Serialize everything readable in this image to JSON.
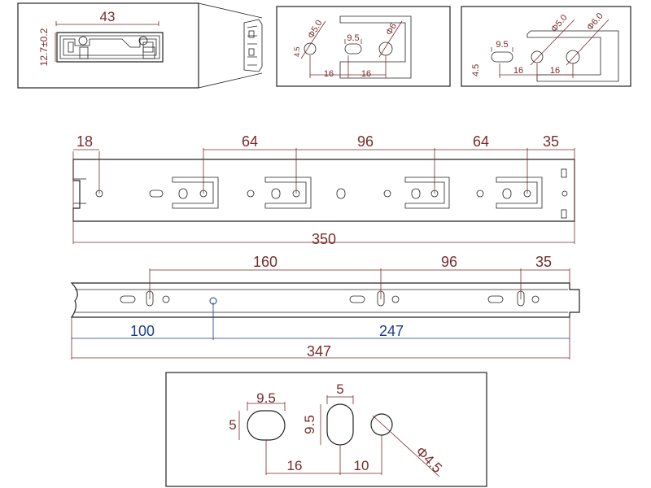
{
  "profile_view": {
    "width_dim": "43",
    "height_dim": "12.7±0.2"
  },
  "detail_left": {
    "dia_small": "Φ5.0",
    "dia_large": "Φ6",
    "slot_width": "9.5",
    "slot_height": "4.5",
    "spacing_a": "16",
    "spacing_b": "16"
  },
  "detail_right": {
    "dia_small": "Φ5.0",
    "dia_large": "Φ6.0",
    "slot_width": "9.5",
    "slot_height": "4.5",
    "spacing_a": "16",
    "spacing_b": "16"
  },
  "outer_rail": {
    "offsets": [
      "18",
      "64",
      "96",
      "64",
      "35"
    ],
    "overall": "350"
  },
  "inner_rail": {
    "offsets": [
      "160",
      "96",
      "35"
    ],
    "hole_position": "100",
    "remaining": "247",
    "overall": "347"
  },
  "hole_detail": {
    "slot_h_width": "9.5",
    "slot_h_height": "5",
    "slot_v_width": "5",
    "slot_v_height": "9.5",
    "spacing_a": "16",
    "spacing_b": "10",
    "hole_dia": "Φ4.5"
  }
}
